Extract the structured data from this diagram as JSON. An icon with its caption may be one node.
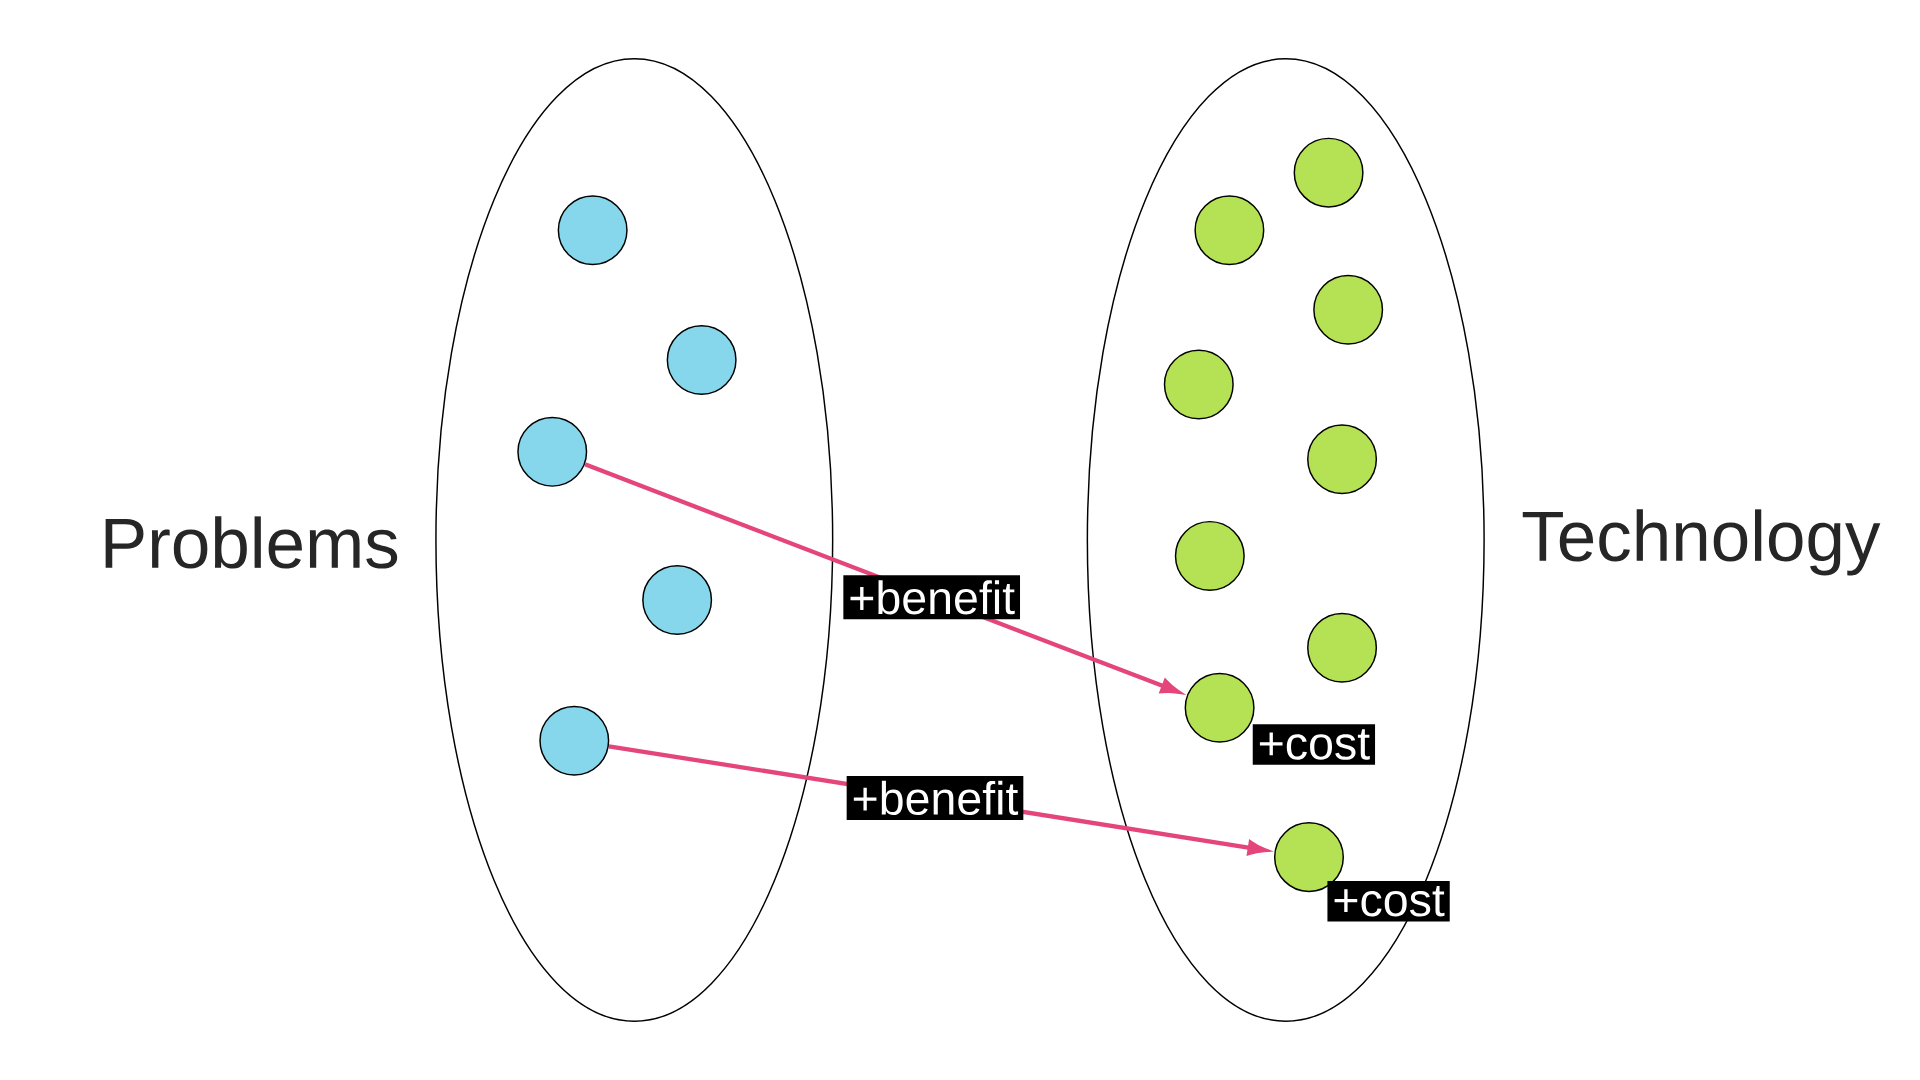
{
  "diagram": {
    "nodes": [
      {
        "text": [
          "Problems"
        ]
      },
      {
        "text": [],
        "shape": "circle",
        "in": 0
      },
      {
        "text": [],
        "shape": "circle",
        "in": 0
      },
      {
        "text": [],
        "shape": "circle",
        "in": 0
      },
      {
        "text": [],
        "shape": "circle",
        "in": 0
      },
      {
        "text": [],
        "shape": "circle",
        "in": 0
      },
      {
        "text": [
          "Technology"
        ]
      },
      {
        "text": [],
        "shape": "circle",
        "in": 6
      },
      {
        "text": [],
        "shape": "circle",
        "in": 6
      },
      {
        "text": [],
        "shape": "circle",
        "in": 6
      },
      {
        "text": [],
        "shape": "circle",
        "in": 6
      },
      {
        "text": [],
        "shape": "circle",
        "in": 6
      },
      {
        "text": [],
        "shape": "circle",
        "in": 6
      },
      {
        "text": [],
        "shape": "circle",
        "in": 6
      },
      {
        "text": [],
        "shape": "circle",
        "in": 6,
        "beside": [
          "+cost"
        ]
      },
      {
        "text": [],
        "shape": "circle",
        "in": 6,
        "beside": [
          "+cost"
        ]
      }
    ],
    "edges": [
      {
        "from": 3,
        "to": 14,
        "arrow": "to",
        "label": "+benefit"
      },
      {
        "from": 5,
        "to": 15,
        "arrow": "to",
        "label": "+benefit"
      }
    ]
  }
}
